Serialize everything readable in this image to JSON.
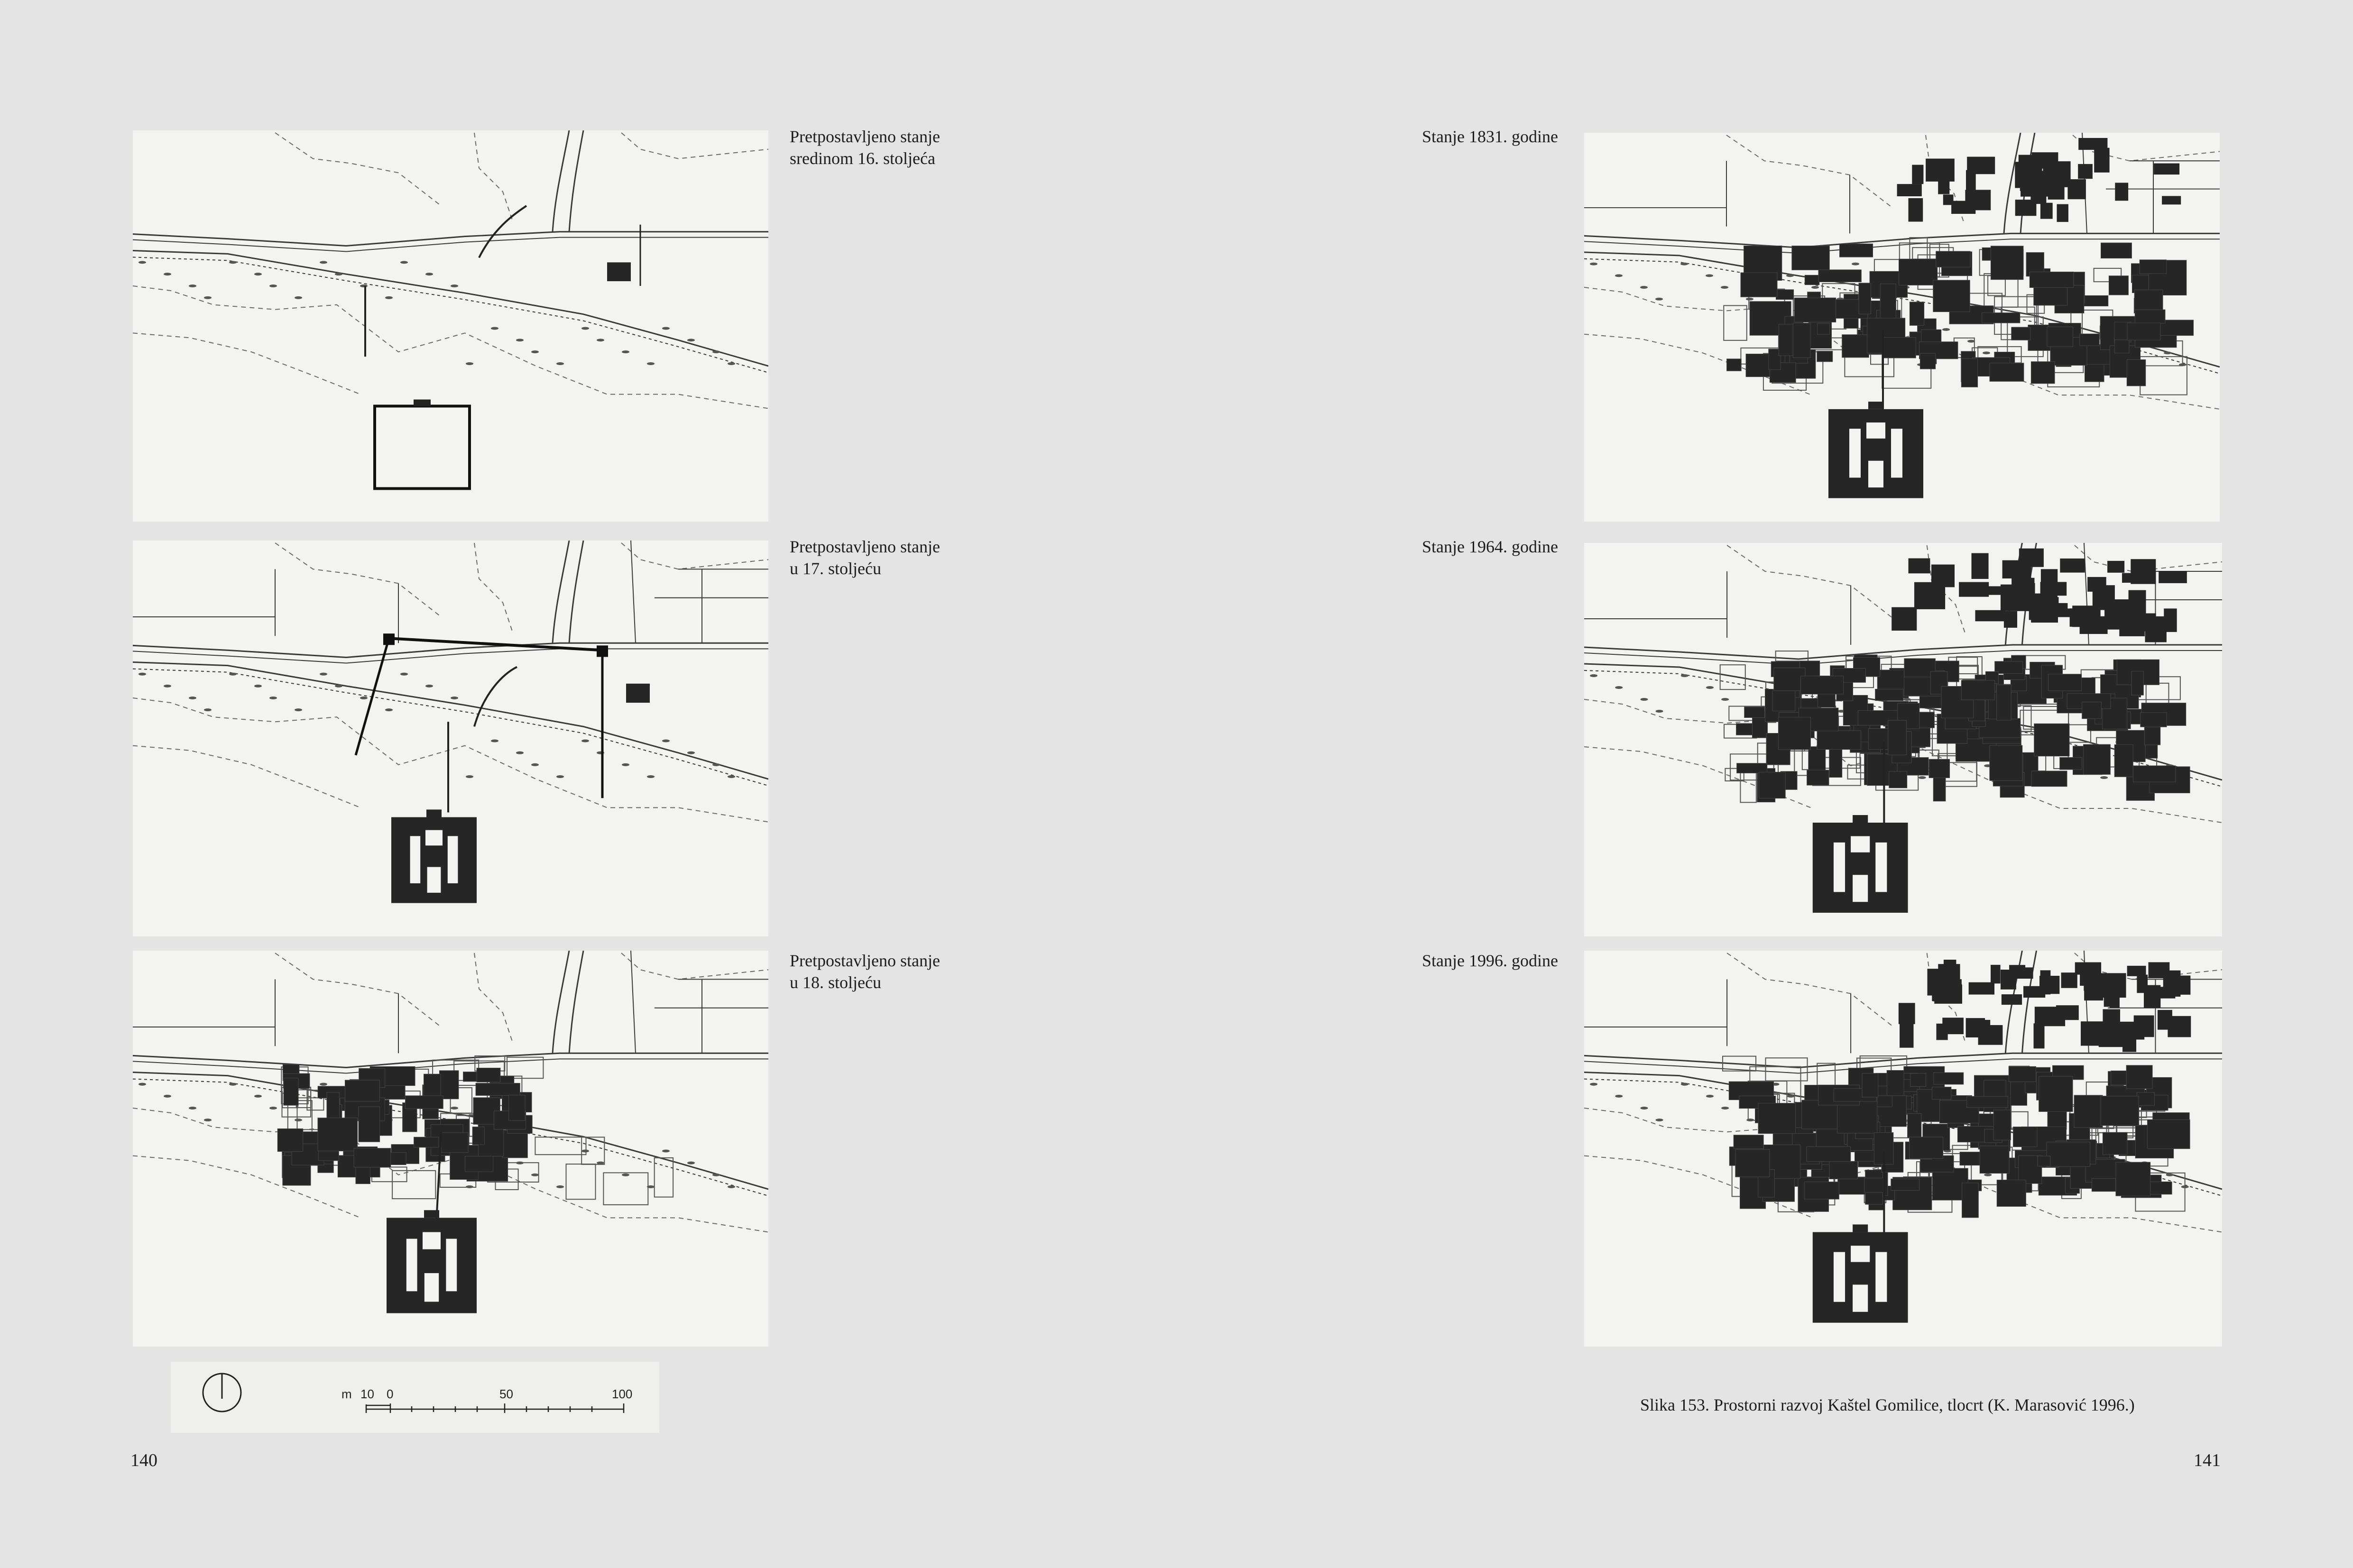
{
  "left_page": {
    "page_number": "140",
    "panels": [
      {
        "caption": "Pretpostavljeno stanje\nsredinom 16. stoljeća",
        "stage": "16c"
      },
      {
        "caption": "Pretpostavljeno stanje\nu 17. stoljeću",
        "stage": "17c"
      },
      {
        "caption": "Pretpostavljeno stanje\nu 18. stoljeću",
        "stage": "18c"
      }
    ],
    "scale": {
      "unit": "m",
      "labels": [
        "10",
        "0",
        "50",
        "100"
      ],
      "north_icon": "north-arrow-icon"
    }
  },
  "right_page": {
    "page_number": "141",
    "panels": [
      {
        "caption": "Stanje 1831. godine",
        "stage": "1831"
      },
      {
        "caption": "Stanje 1964. godine",
        "stage": "1964"
      },
      {
        "caption": "Stanje 1996. godine",
        "stage": "1996"
      }
    ],
    "figure_caption": "Slika 153. Prostorni razvoj Kaštel Gomilice, tlocrt (K. Marasović 1996.)"
  }
}
